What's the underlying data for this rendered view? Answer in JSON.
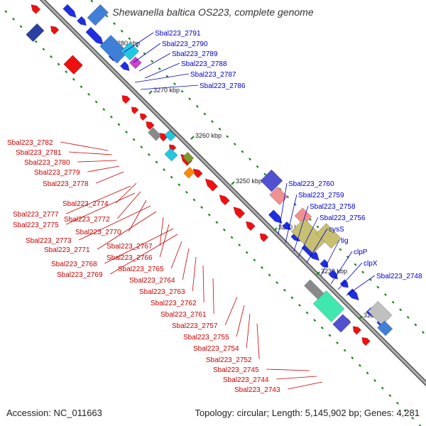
{
  "title": "Shewanella baltica OS223, complete genome",
  "accession": "Accession: NC_011663",
  "summary": "Topology: circular; Length: 5,145,902 bp; Genes: 4,281",
  "colors": {
    "backbone": "#8a8a8a",
    "forward_label": "#0000cc",
    "reverse_label": "#cc0000",
    "forward_gene": "#1f2fe0",
    "reverse_gene": "#ee1010",
    "tick": "#1a8a1a"
  },
  "scale_labels": [
    {
      "text": "3280 kbp"
    },
    {
      "text": "3270 kbp"
    },
    {
      "text": "3260 kbp"
    },
    {
      "text": "3250 kbp"
    },
    {
      "text": "3240 kbp"
    },
    {
      "text": "3230 kbp"
    },
    {
      "text": "3220 kbp"
    }
  ],
  "forward_labels": [
    "Sbal223_2791",
    "Sbal223_2790",
    "Sbal223_2789",
    "Sbal223_2788",
    "Sbal223_2787",
    "Sbal223_2786",
    "Sbal223_2760",
    "Sbal223_2759",
    "Sbal223_2758",
    "Sbal223_2756",
    "cysS",
    "tig",
    "clpP",
    "clpX",
    "Sbal223_2748"
  ],
  "reverse_labels": [
    "Sbal223_2782",
    "Sbal223_2781",
    "Sbal223_2780",
    "Sbal223_2779",
    "Sbal223_2778",
    "Sbal223_2774",
    "Sbal223_2777",
    "Sbal223_2772",
    "Sbal223_2775",
    "Sbal223_2770",
    "Sbal223_2773",
    "Sbal223_2771",
    "Sbal223_2767",
    "Sbal223_2766",
    "Sbal223_2768",
    "Sbal223_2769",
    "Sbal223_2765",
    "Sbal223_2764",
    "Sbal223_2763",
    "Sbal223_2762",
    "Sbal223_2761",
    "Sbal223_2757",
    "Sbal223_2755",
    "Sbal223_2754",
    "Sbal223_2752",
    "Sbal223_2745",
    "Sbal223_2744",
    "Sbal223_2743"
  ]
}
